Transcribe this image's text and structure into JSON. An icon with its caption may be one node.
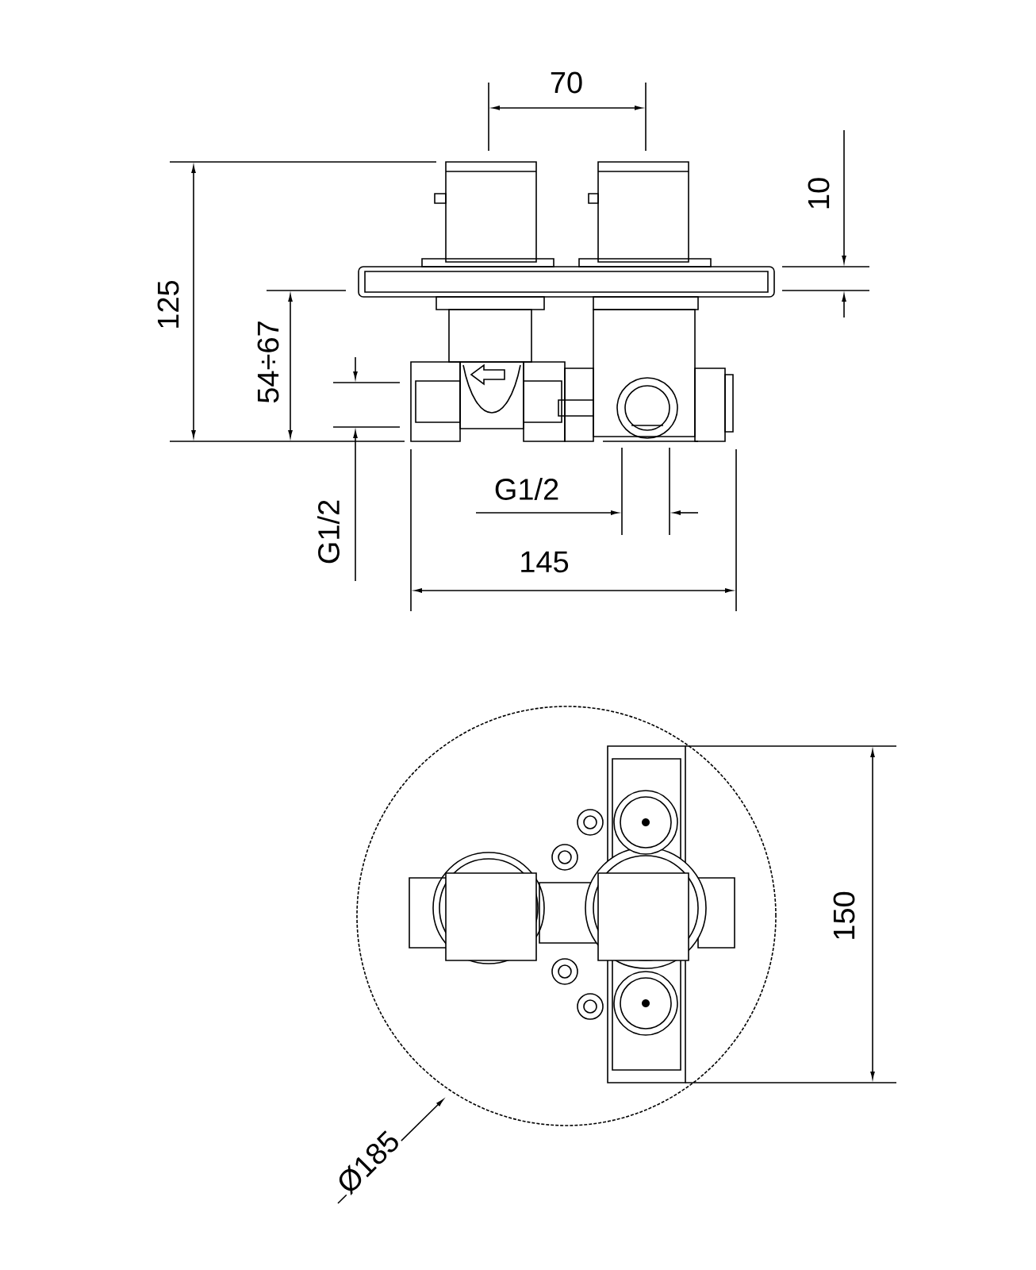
{
  "diagram": {
    "labels": [
      "70",
      "125",
      "10",
      "54÷67",
      "G1/2",
      "G1/2",
      "145",
      "150",
      "Ø185"
    ]
  }
}
